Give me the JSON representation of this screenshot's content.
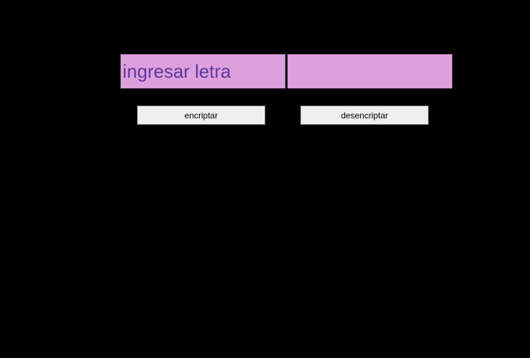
{
  "input_field": {
    "placeholder": "ingresar letra",
    "value": ""
  },
  "output_field": {
    "placeholder": "",
    "value": ""
  },
  "buttons": {
    "encrypt_label": "encriptar",
    "decrypt_label": "desencriptar"
  },
  "colors": {
    "background": "#000000",
    "field_background": "#dda0dd",
    "field_text": "#5b3a9c",
    "button_background": "#efefef"
  }
}
